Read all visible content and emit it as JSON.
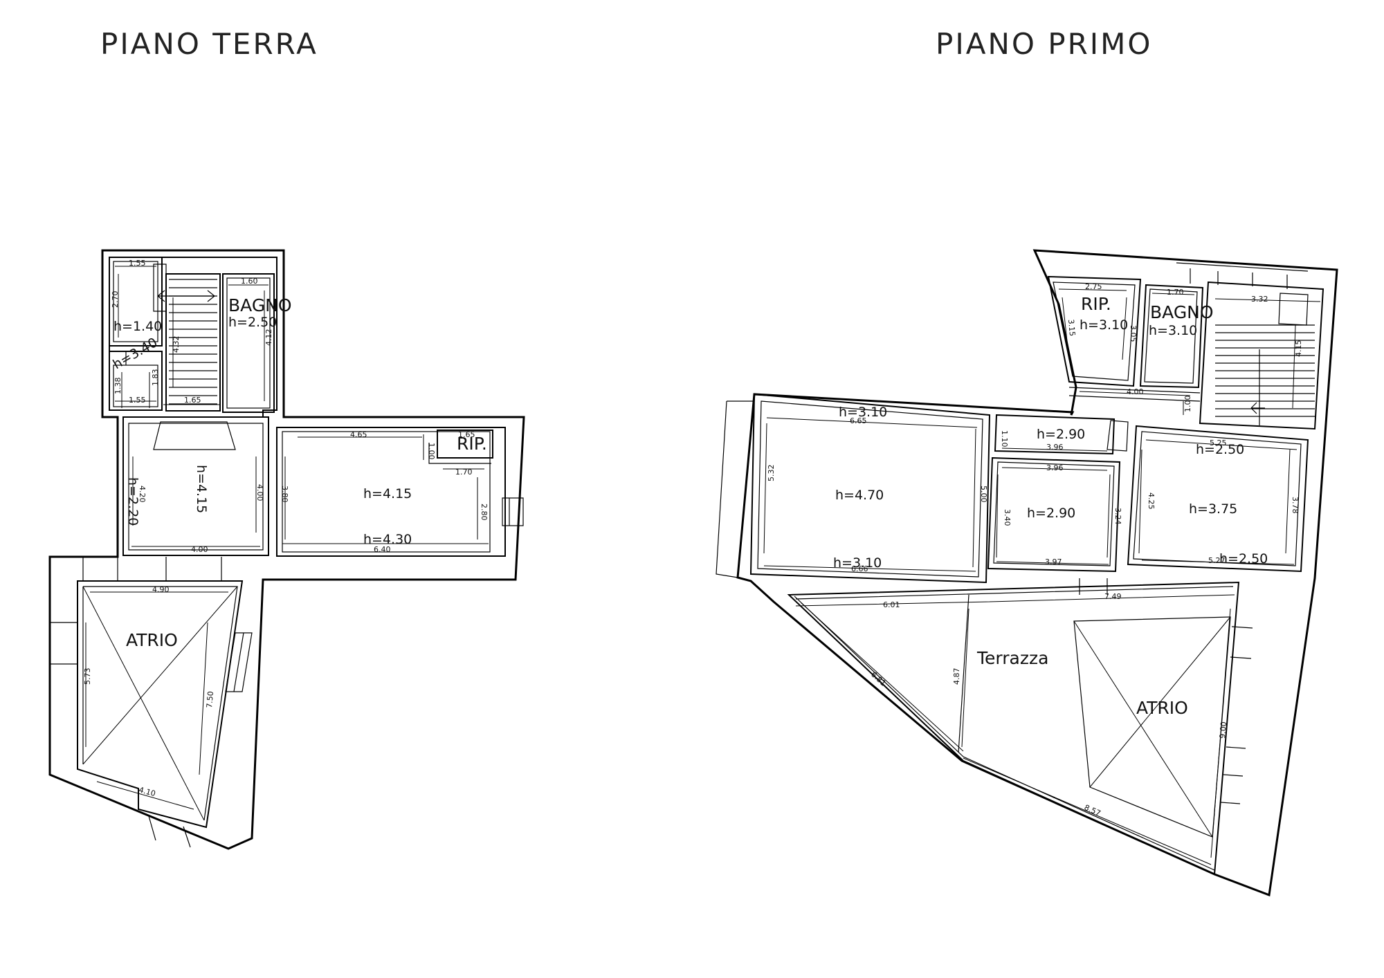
{
  "titles": {
    "ground": "PIANO TERRA",
    "first": "PIANO PRIMO"
  },
  "ground_floor": {
    "rooms": {
      "bagno": "BAGNO",
      "rip": "RIP.",
      "atrio": "ATRIO"
    },
    "heights": {
      "closet": "h=1.40",
      "small": "h=3.40",
      "bagno": "h=2.50",
      "corridor": "h=4.15",
      "corridor_side": "h=2.20",
      "main": "h=4.15",
      "main_low": "h=4.30"
    },
    "dims": {
      "closet_w": "1.55",
      "closet_h": "2.70",
      "small_w": "1.55",
      "small_h1": "1.38",
      "small_h2": "1.83",
      "stair_w": "1.65",
      "stair_h": "4.32",
      "bagno_w": "1.60",
      "bagno_h": "4.12",
      "corr_w": "4.00",
      "corr_h1": "4.20",
      "corr_h2": "4.00",
      "main_w_top": "4.65",
      "main_w_bot": "6.40",
      "main_h": "3.80",
      "main_h2": "2.80",
      "rip_w1": "1.65",
      "rip_w2": "1.70",
      "rip_h": "1.00",
      "atrio_w": "4.90",
      "atrio_h1": "5.73",
      "atrio_h2": "7.50",
      "atrio_bot": "4.10"
    }
  },
  "first_floor": {
    "rooms": {
      "rip": "RIP.",
      "bagno": "BAGNO",
      "terrazza": "Terrazza",
      "atrio": "ATRIO"
    },
    "heights": {
      "rip": "h=3.10",
      "bagno": "h=3.10",
      "big_top": "h=3.10",
      "big": "h=4.70",
      "big_bot": "h=3.10",
      "hall": "h=2.90",
      "mid": "h=2.90",
      "right_top": "h=2.50",
      "right": "h=3.75",
      "right_bot": "h=2.50"
    },
    "dims": {
      "rip_w": "2.75",
      "rip_h1": "3.15",
      "rip_h2": "3.05",
      "bagno_w": "1.70",
      "stair_w": "3.32",
      "stair_h": "4.15",
      "hall_w": "4.00",
      "hall_h": "1.00",
      "big_w_top": "6.65",
      "big_w_bot": "6.66",
      "big_h1": "5.32",
      "big_h2": "5.00",
      "corr_h": "1.10",
      "corr_w": "3.96",
      "mid_w_top": "3.96",
      "mid_w_bot": "3.97",
      "mid_h1": "3.40",
      "mid_h2": "3.24",
      "right_w_top": "5.25",
      "right_w_bot": "5.27",
      "right_h1": "4.25",
      "right_h2": "3.78",
      "terr_w1": "6.01",
      "terr_w2": "7.49",
      "terr_diag": "6.81",
      "terr_h": "4.87",
      "terr_bot": "8.57",
      "atrio_h": "9.00"
    }
  }
}
